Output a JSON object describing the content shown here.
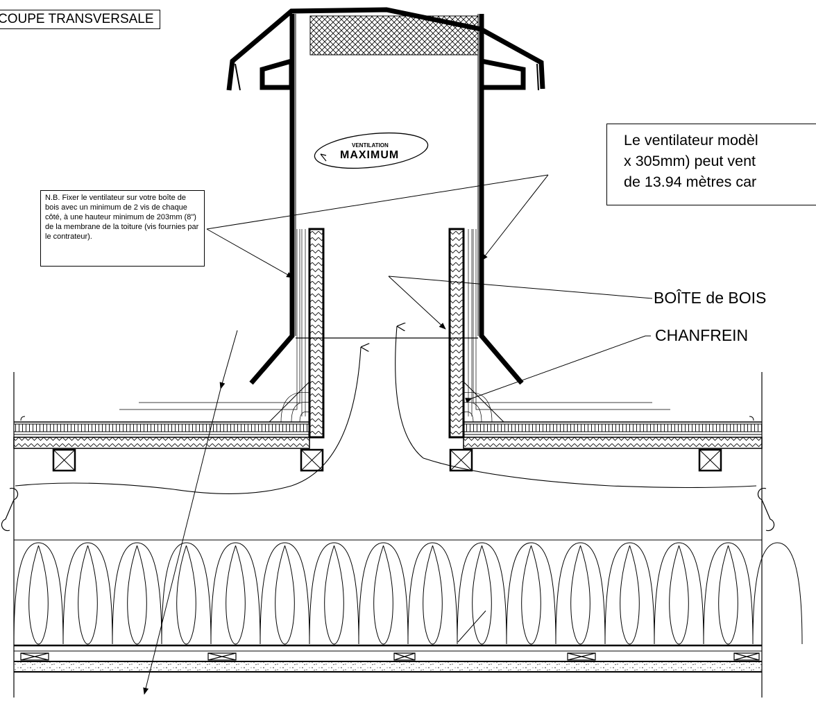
{
  "title": "COUPE TRANSVERSALE",
  "callout": {
    "line1": "Le ventilateur modèl",
    "line2": "x 305mm) peut vent",
    "line3": "de 13.94 mètres car"
  },
  "note": "N.B.   Fixer le ventilateur sur votre boîte de bois avec un minimum de 2 vis de chaque côté, à une hauteur minimum de 203mm (8\") de la membrane de la toiture (vis fournies par le contrateur).",
  "labels": {
    "box": "BOÎTE de BOIS",
    "chamfer": "CHANFREIN"
  },
  "logo": {
    "top": "VENTILATION",
    "main": "MAXIMUM"
  }
}
